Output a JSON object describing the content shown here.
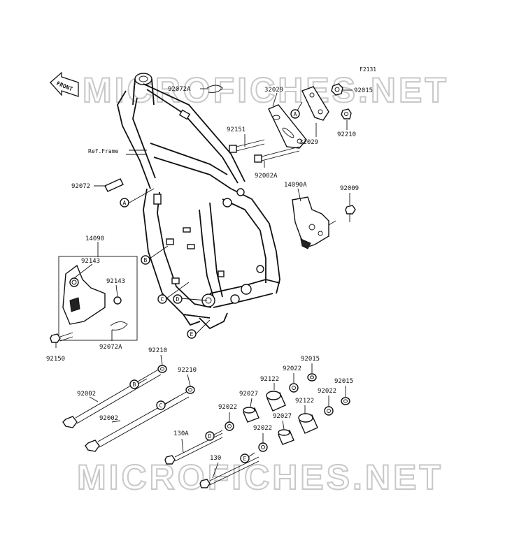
{
  "diagram_id": "F2131",
  "front_arrow": "FRONT",
  "watermark": "MICROFICHES.NET",
  "ref_frame": "Ref.Frame",
  "callouts": {
    "a": "A",
    "b": "B",
    "c": "C",
    "d": "D",
    "e": "E"
  },
  "parts": {
    "p92072A_top": "92072A",
    "p32029_top": "32029",
    "p92015_top": "92015",
    "p92151": "92151",
    "p92210_top": "92210",
    "p32029_bottom": "32029",
    "p92002A": "92002A",
    "p92072": "92072",
    "p14090A": "14090A",
    "p92009": "92009",
    "p14090": "14090",
    "p92143_left": "92143",
    "p92143_right": "92143",
    "p92150": "92150",
    "p92072A_bottom": "92072A",
    "p92210_a": "92210",
    "p92210_b": "92210",
    "p92002_a": "92002",
    "p92002_b": "92002",
    "p92015_a": "92015",
    "p92022_a": "92022",
    "p92122_a": "92122",
    "p92015_b": "92015",
    "p92027_a": "92027",
    "p92022_b": "92022",
    "p92122_b": "92122",
    "p92022_c": "92022",
    "p92027_b": "92027",
    "p92022_d": "92022",
    "p130A": "130A",
    "p130": "130"
  }
}
